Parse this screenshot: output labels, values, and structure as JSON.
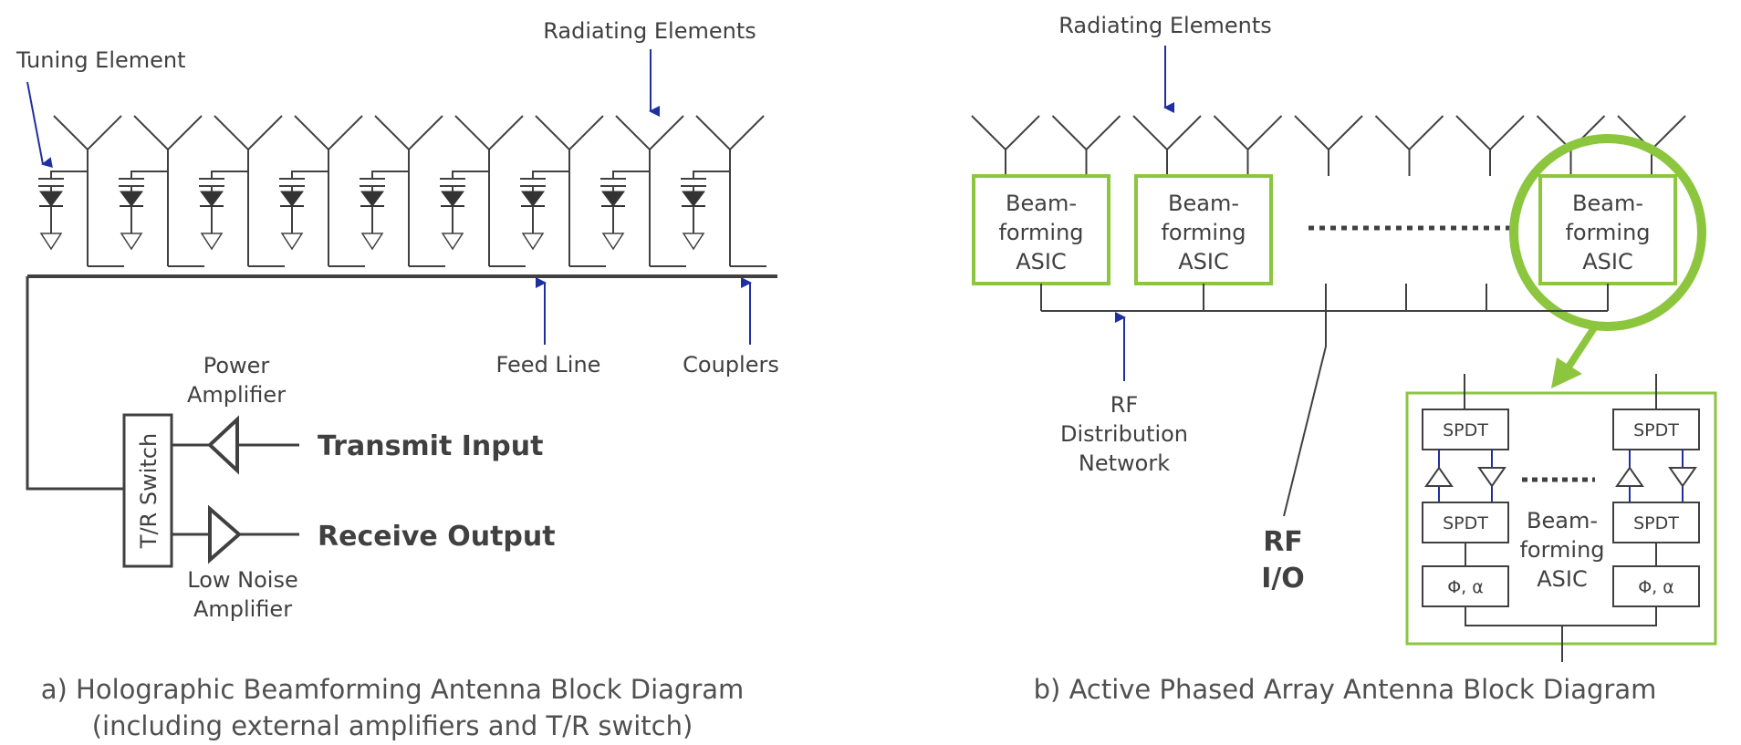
{
  "panel_a": {
    "tuning_element": "Tuning Element",
    "radiating_elements": "Radiating Elements",
    "feed_line": "Feed Line",
    "couplers": "Couplers",
    "power_amplifier": [
      "Power",
      "Amplifier"
    ],
    "low_noise_amplifier": [
      "Low Noise",
      "Amplifier"
    ],
    "tr_switch": "T/R Switch",
    "transmit_input": "Transmit Input",
    "receive_output": "Receive Output",
    "caption": [
      "a) Holographic Beamforming Antenna Block Diagram",
      "(including external amplifiers and T/R switch)"
    ]
  },
  "panel_b": {
    "radiating_elements": "Radiating Elements",
    "asic_label": [
      "Beam-",
      "forming",
      "ASIC"
    ],
    "rf_distribution": [
      "RF",
      "Distribution",
      "Network"
    ],
    "rf_io": [
      "RF",
      "I/O"
    ],
    "spdt": "SPDT",
    "phase_amp": "Φ, α",
    "caption": "b) Active Phased Array Antenna Block Diagram"
  },
  "colors": {
    "line": "#404040",
    "arrow": "#1f2fa0",
    "green": "#8cc63f"
  },
  "icons": [
    "antenna-icon",
    "varactor-diode-icon",
    "ground-icon",
    "amplifier-icon",
    "arrow-icon"
  ]
}
